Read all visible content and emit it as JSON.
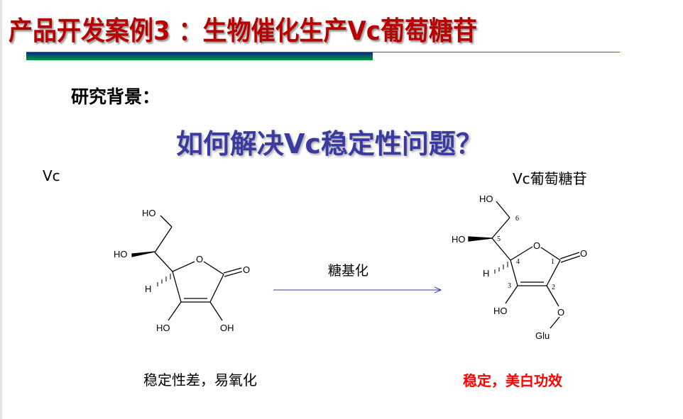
{
  "title": "产品开发案例3 ：生物催化生产Vc葡萄糖苷",
  "section": "研究背景：",
  "question": "如何解决Vc稳定性问题？",
  "left": {
    "name": "Vc",
    "caption": "稳定性差，易氧化",
    "labels": {
      "ho_top": "HO",
      "ho_wedge": "HO",
      "h": "H",
      "o_ring": "O",
      "o_keto": "O",
      "ho3": "HO",
      "oh2": "OH"
    }
  },
  "reaction": {
    "label": "糖基化"
  },
  "right": {
    "name": "Vc葡萄糖苷",
    "caption": "稳定，美白功效",
    "labels": {
      "ho_top": "HO",
      "ho_wedge": "HO",
      "h": "H",
      "o_ring": "O",
      "o_keto": "O",
      "ho3": "HO",
      "o2": "O",
      "glu": "Glu",
      "n1": "1",
      "n2": "2",
      "n3": "3",
      "n4": "4",
      "n5": "5",
      "n6": "6"
    }
  },
  "colors": {
    "title": "#b80000",
    "question": "#3a3aa0",
    "stable": "#ff0000",
    "arrow": "#3a3aa0"
  }
}
